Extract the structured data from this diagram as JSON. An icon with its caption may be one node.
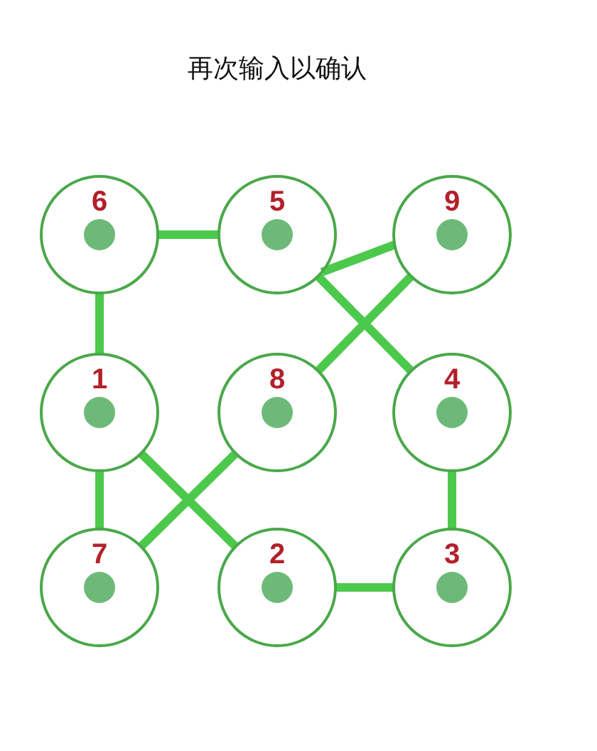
{
  "diagram": {
    "title": "再次输入以确认",
    "nodes": [
      {
        "text": [
          "6"
        ]
      },
      {
        "text": [
          "5"
        ]
      },
      {
        "text": [
          "9"
        ]
      },
      {
        "text": [
          "1"
        ]
      },
      {
        "text": [
          "8"
        ]
      },
      {
        "text": [
          "4"
        ]
      },
      {
        "text": [
          "7"
        ]
      },
      {
        "text": [
          "2"
        ]
      },
      {
        "text": [
          "3"
        ]
      }
    ],
    "edges": [
      {
        "from": 0,
        "to": 1,
        "arrow": "none"
      },
      {
        "from": 0,
        "to": 3,
        "arrow": "none"
      },
      {
        "from": 1,
        "to": 2,
        "arrow": "none"
      },
      {
        "from": 1,
        "to": 5,
        "arrow": "none"
      },
      {
        "from": 2,
        "to": 4,
        "arrow": "none"
      },
      {
        "from": 4,
        "to": 6,
        "arrow": "none"
      },
      {
        "from": 3,
        "to": 6,
        "arrow": "none"
      },
      {
        "from": 3,
        "to": 7,
        "arrow": "none"
      },
      {
        "from": 7,
        "to": 8,
        "arrow": "none"
      },
      {
        "from": 5,
        "to": 8,
        "arrow": "none"
      }
    ]
  }
}
